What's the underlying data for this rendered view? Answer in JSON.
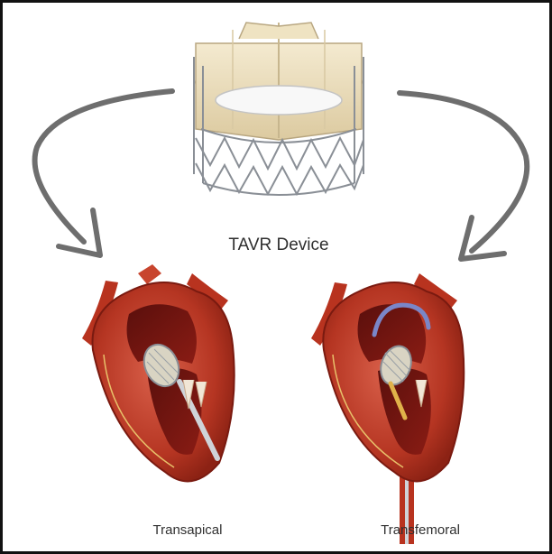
{
  "labels": {
    "device": "TAVR Device",
    "left_approach": "Transapical",
    "right_approach": "Transfemoral"
  },
  "colors": {
    "border": "#111111",
    "arrow": "#6e6e6e",
    "muscle": "#b8331f",
    "muscle_light": "#d45a3c",
    "chamber": "#6e1410",
    "valve_fabric": "#efe3c2",
    "stent": "#8a8f96"
  },
  "icons": [
    "curved-arrow-left-icon",
    "curved-arrow-right-icon",
    "tavr-valve-icon",
    "heart-transapical-icon",
    "heart-transfemoral-icon"
  ]
}
